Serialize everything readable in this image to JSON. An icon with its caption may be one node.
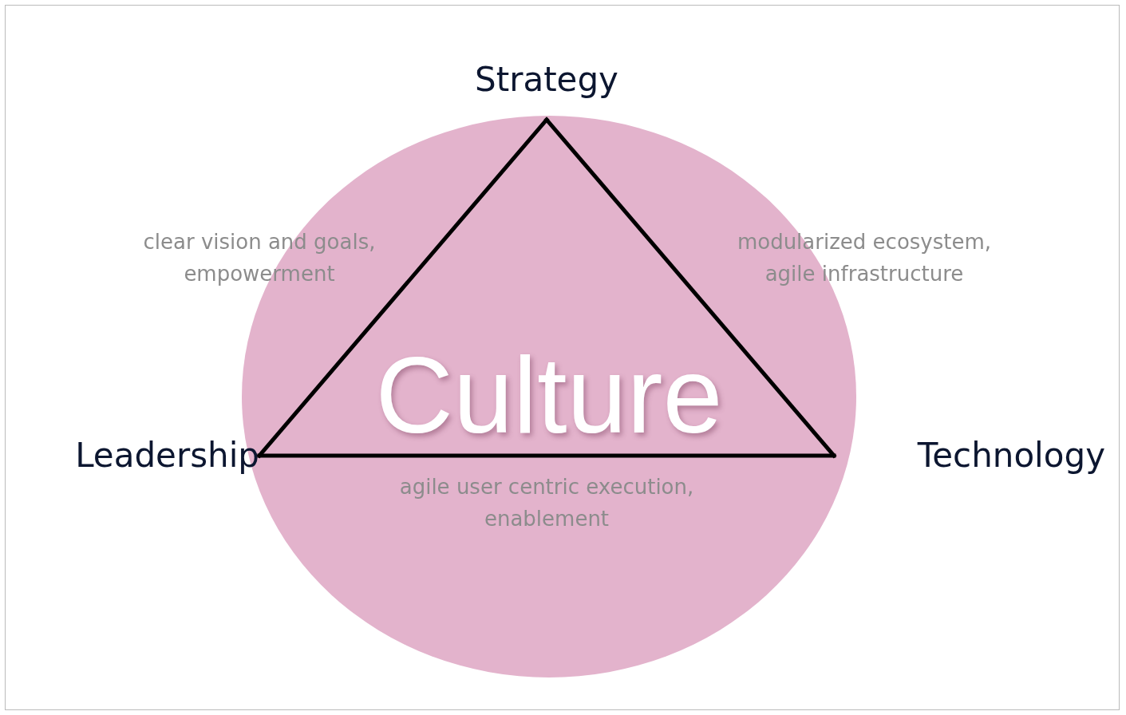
{
  "diagram": {
    "nodes": [
      {
        "text": [
          "Culture"
        ]
      },
      {
        "text": [
          "Strategy"
        ]
      },
      {
        "text": [
          "Leadership"
        ]
      },
      {
        "text": [
          "Technology"
        ]
      }
    ],
    "edges": [
      {
        "from": 1,
        "to": 2,
        "arrow": "none",
        "label": "clear vision and goals, empowerment"
      },
      {
        "from": 1,
        "to": 3,
        "arrow": "none",
        "label": "modularized ecosystem, agile infrastructure"
      },
      {
        "from": 2,
        "to": 3,
        "arrow": "none",
        "label": "agile user centric execution, enablement"
      }
    ]
  }
}
